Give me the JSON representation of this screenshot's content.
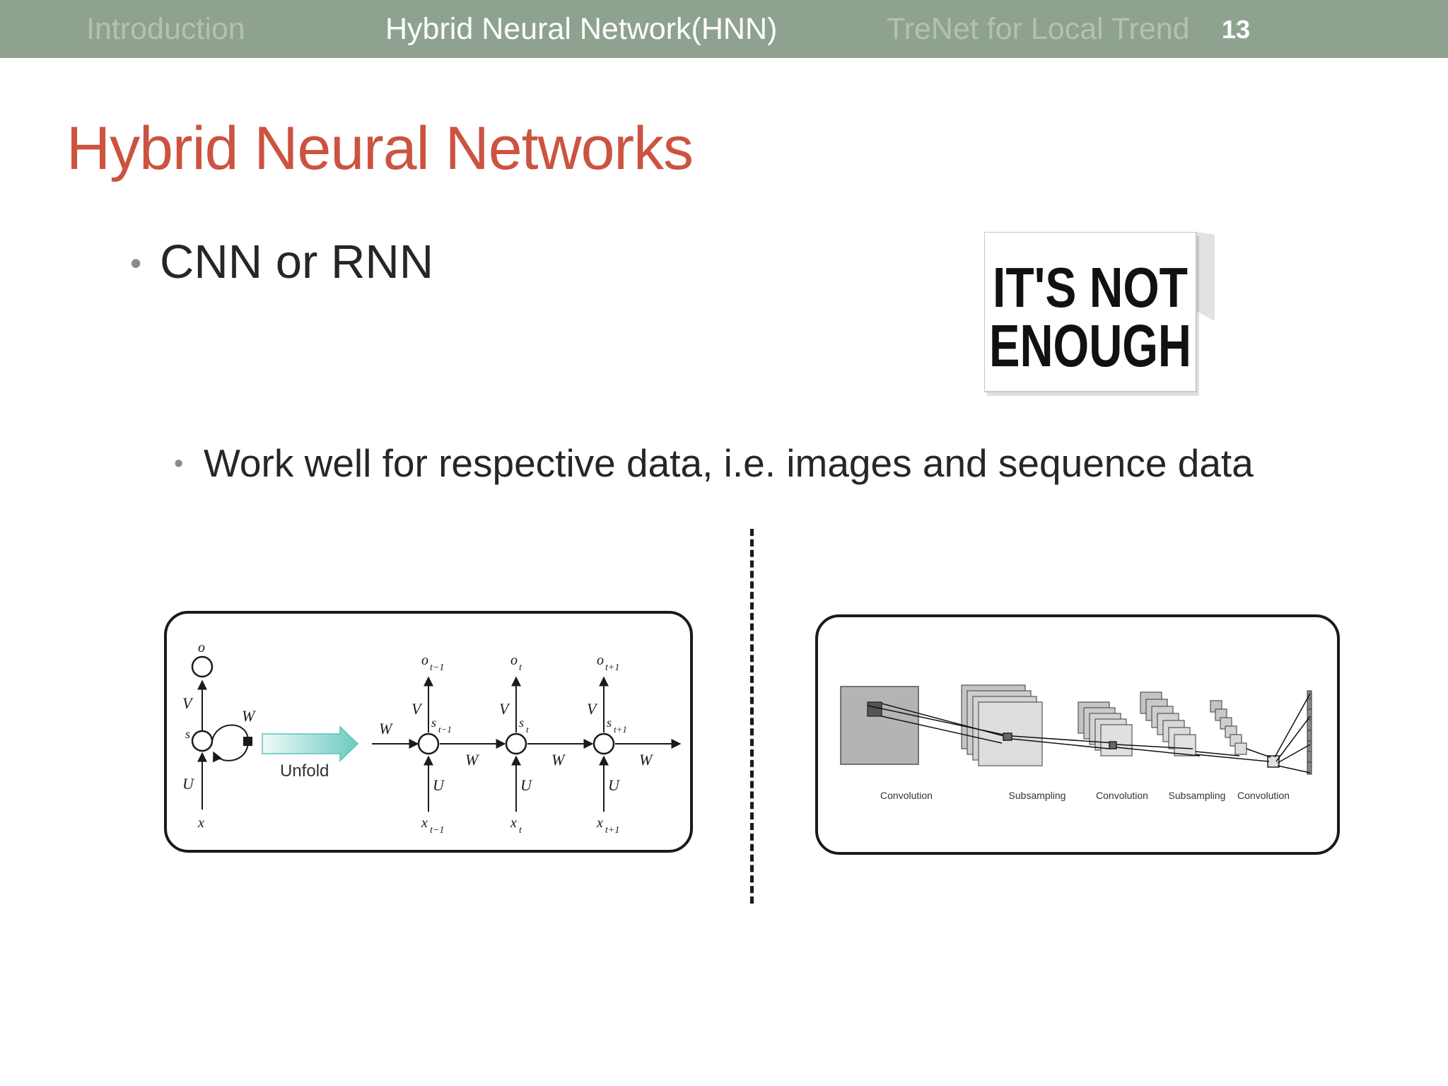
{
  "nav": {
    "tabs": [
      {
        "label": "Introduction",
        "state": "inactive"
      },
      {
        "label": "Hybrid Neural Network(HNN)",
        "state": "active"
      },
      {
        "label": "TreNet for Local Trend",
        "state": "inactive"
      }
    ],
    "page_number": "13"
  },
  "slide": {
    "title": "Hybrid Neural Networks",
    "bullet_1": "CNN or RNN",
    "bullet_2": "Work well for respective data, i.e. images and sequence data",
    "sign_line_1": "IT'S NOT",
    "sign_line_2": "ENOUGH"
  },
  "rnn_figure": {
    "unfold_label": "Unfold",
    "folded": {
      "o": "o",
      "s": "s",
      "x": "x",
      "V": "V",
      "U": "U",
      "W": "W"
    },
    "weight_W": "W",
    "weight_V": "V",
    "weight_U": "U",
    "outputs": [
      "o",
      "o",
      "o"
    ],
    "states": [
      "s",
      "s",
      "s"
    ],
    "inputs": [
      "x",
      "x",
      "x"
    ],
    "subscripts": [
      "t−1",
      "t",
      "t+1"
    ]
  },
  "cnn_figure": {
    "stage_labels": [
      "Convolution",
      "Subsampling",
      "Convolution",
      "Subsampling",
      "Convolution"
    ]
  },
  "colors": {
    "topbar": "#8fa28f",
    "title": "#cc5340",
    "unfold_arrow": "#5cc4ba"
  }
}
